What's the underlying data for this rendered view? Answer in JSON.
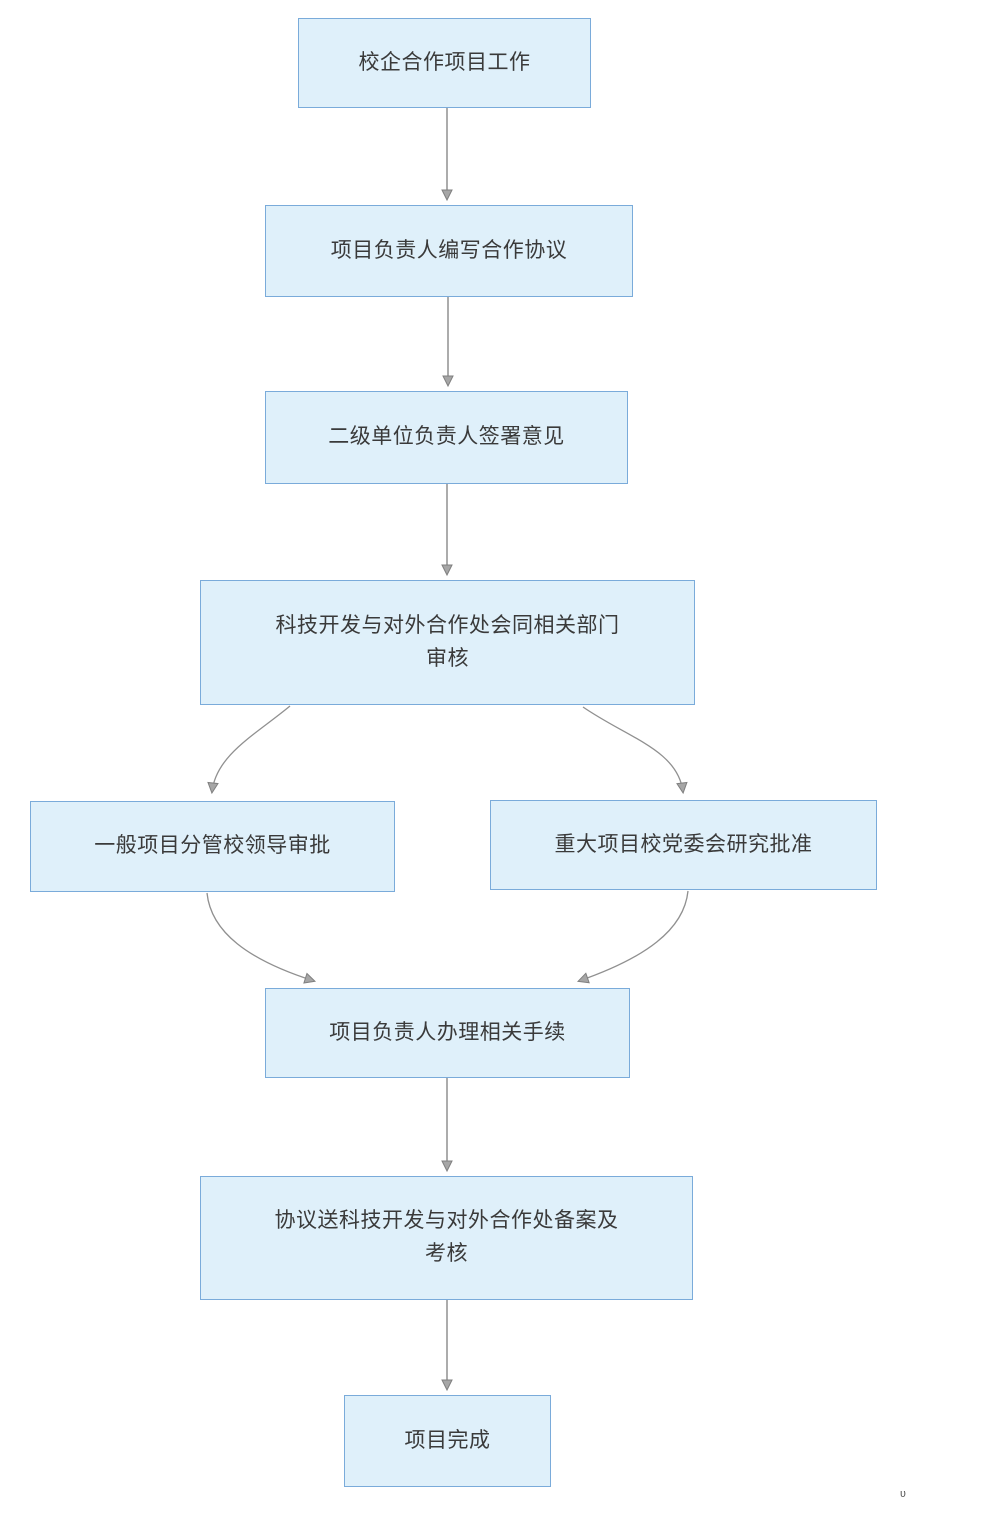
{
  "page": {
    "background_color": "#ffffff",
    "artifact_mark": "ʋ"
  },
  "flowchart": {
    "type": "flowchart",
    "node_fill_color": "#dff0fa",
    "node_border_color": "#7aabda",
    "arrow_color": "#909090",
    "arrowhead_fill_color": "#a6a6a6",
    "text_color": "#3a3a3a",
    "nodes": [
      {
        "id": "start",
        "lines": [
          "校企合作项目工作"
        ]
      },
      {
        "id": "draft-agreement",
        "lines": [
          "项目负责人编写合作协议"
        ]
      },
      {
        "id": "unit-leader-sign",
        "lines": [
          "二级单位负责人签署意见"
        ]
      },
      {
        "id": "office-review",
        "lines": [
          "科技开发与对外合作处会同相关部门",
          "审核"
        ]
      },
      {
        "id": "general-project-approval",
        "lines": [
          "一般项目分管校领导审批"
        ]
      },
      {
        "id": "major-project-approval",
        "lines": [
          "重大项目校党委会研究批准"
        ]
      },
      {
        "id": "handle-procedures",
        "lines": [
          "项目负责人办理相关手续"
        ]
      },
      {
        "id": "filing-assessment",
        "lines": [
          "协议送科技开发与对外合作处备案及",
          "考核"
        ]
      },
      {
        "id": "complete",
        "lines": [
          "项目完成"
        ]
      }
    ],
    "edges": [
      {
        "from": "start",
        "to": "draft-agreement"
      },
      {
        "from": "draft-agreement",
        "to": "unit-leader-sign"
      },
      {
        "from": "unit-leader-sign",
        "to": "office-review"
      },
      {
        "from": "office-review",
        "to": "general-project-approval"
      },
      {
        "from": "office-review",
        "to": "major-project-approval"
      },
      {
        "from": "general-project-approval",
        "to": "handle-procedures"
      },
      {
        "from": "major-project-approval",
        "to": "handle-procedures"
      },
      {
        "from": "handle-procedures",
        "to": "filing-assessment"
      },
      {
        "from": "filing-assessment",
        "to": "complete"
      }
    ]
  }
}
